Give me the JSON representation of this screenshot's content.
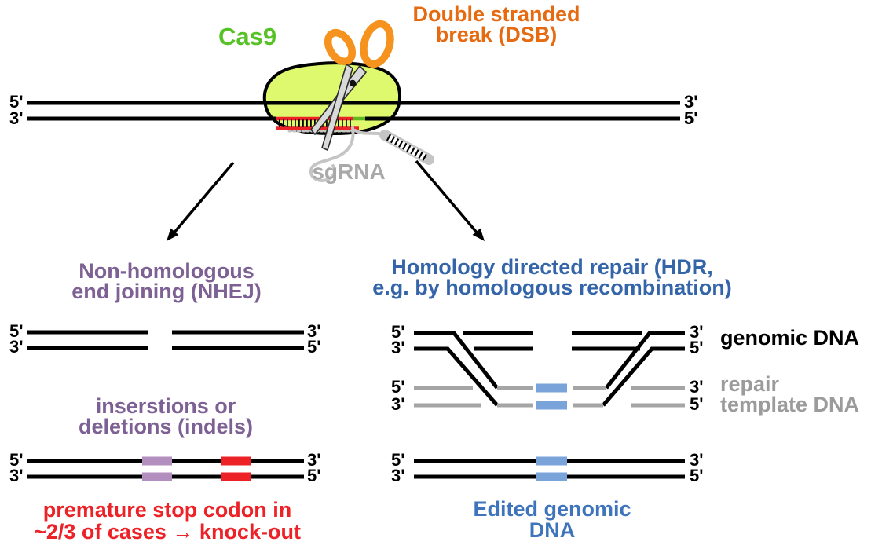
{
  "colors": {
    "cas9_green": "#57C226",
    "dsb_orange": "#E56A10",
    "scissors_orange": "#F6921E",
    "cas9_blob_fill": "#DFF96E",
    "pam_green": "#5DB71F",
    "red": "#EC2227",
    "nhej_purple": "#7E6194",
    "indel_purple_segment": "#B28FBE",
    "hdr_blue": "#3465A9",
    "edited_blue": "#3E74BC",
    "insert_blue_segment": "#7AA4D9",
    "template_gray": "#A5A5A5",
    "sgrna_gray": "#C5C5C5",
    "label_gray": "#9B9B9B",
    "strand_black": "#000000"
  },
  "top": {
    "cas9_label": "Cas9",
    "dsb_line1": "Double stranded",
    "dsb_line2": "break (DSB)",
    "sgrna_label": "sgRNA",
    "dna_ends": {
      "left_top": "5'",
      "left_bottom": "3'",
      "right_top": "3'",
      "right_bottom": "5'"
    }
  },
  "nhej": {
    "title_line1": "Non-homologous",
    "title_line2": "end joining (NHEJ)",
    "broken_dna_ends": {
      "left_top": "5'",
      "left_bottom": "3'",
      "right_top": "3'",
      "right_bottom": "5'"
    },
    "indels_line1": "inserstions or",
    "indels_line2": "deletions (indels)",
    "indel_dna_ends": {
      "left_top": "5'",
      "left_bottom": "3'",
      "right_top": "3'",
      "right_bottom": "5'"
    },
    "outcome_line1": "premature stop codon in",
    "outcome_line2": "~2/3 of cases → knock-out"
  },
  "hdr": {
    "title_line1": "Homology directed repair (HDR,",
    "title_line2": "e.g. by homologous recombination)",
    "genomic_dna_label": "genomic DNA",
    "repair_template_line1": "repair",
    "repair_template_line2": "template DNA",
    "genomic_ends": {
      "left_top": "5'",
      "left_bottom": "3'",
      "right_top": "3'",
      "right_bottom": "5'"
    },
    "template_ends": {
      "left_top": "5'",
      "left_bottom": "3'",
      "right_top": "3'",
      "right_bottom": "5'"
    },
    "edited_dna_ends": {
      "left_top": "5'",
      "left_bottom": "3'",
      "right_top": "3'",
      "right_bottom": "5'"
    },
    "edited_line1": "Edited genomic",
    "edited_line2": "DNA"
  }
}
